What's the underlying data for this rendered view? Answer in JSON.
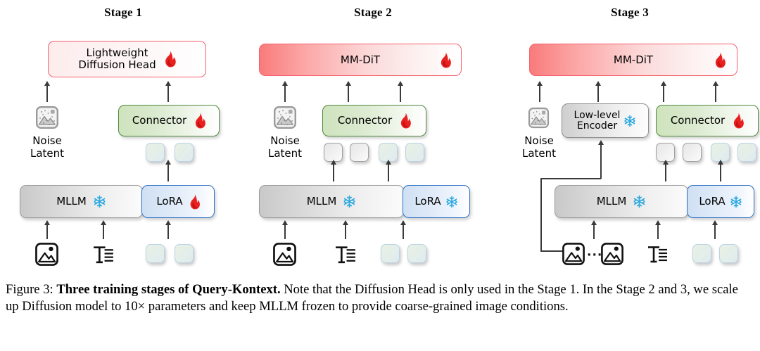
{
  "figure": {
    "caption_prefix": "Figure 3: ",
    "caption_bold": "Three training stages of Query-Kontext.",
    "caption_rest": " Note that the Diffusion Head is only used in the Stage 1. In the Stage 2 and 3, we scale up Diffusion model to 10× parameters and keep MLLM frozen to provide coarse-grained image conditions."
  },
  "colors": {
    "flame": "#e8201f",
    "snowflake": "#29a8e0",
    "pink_border": "#f4606c",
    "green_border": "#4f8a3d",
    "blue_border": "#2b6fc4",
    "gray_border": "#9a9a9a",
    "arrow": "#3a3a3a"
  },
  "stages": [
    {
      "title": "Stage 1",
      "top_module": {
        "label_line1": "Lightweight",
        "label_line2": "Diffusion Head",
        "state": "trainable",
        "state_icon": "flame-icon"
      },
      "noise": {
        "icon": "noise-latent-image-icon",
        "label_line1": "Noise",
        "label_line2": "Latent"
      },
      "connector": {
        "label": "Connector",
        "state": "trainable",
        "state_icon": "flame-icon"
      },
      "low_level_encoder": null,
      "mllm": {
        "label": "MLLM",
        "state": "frozen",
        "state_icon": "snowflake-icon"
      },
      "lora": {
        "label": "LoRA",
        "state": "trainable",
        "state_icon": "flame-icon"
      },
      "mid_tokens": [
        "green",
        "green"
      ],
      "bottom_tokens": [
        "green",
        "green"
      ],
      "bottom_inputs": [
        "image-icon",
        "text-icon"
      ],
      "image_count": 1
    },
    {
      "title": "Stage 2",
      "top_module": {
        "label_line1": "MM-DiT",
        "label_line2": "",
        "state": "trainable",
        "state_icon": "flame-icon"
      },
      "noise": {
        "icon": "noise-latent-image-icon",
        "label_line1": "Noise",
        "label_line2": "Latent"
      },
      "connector": {
        "label": "Connector",
        "state": "trainable",
        "state_icon": "flame-icon"
      },
      "low_level_encoder": null,
      "mllm": {
        "label": "MLLM",
        "state": "frozen",
        "state_icon": "snowflake-icon"
      },
      "lora": {
        "label": "LoRA",
        "state": "frozen",
        "state_icon": "snowflake-icon"
      },
      "mid_tokens": [
        "gray",
        "gray",
        "green",
        "green"
      ],
      "bottom_tokens": [
        "green",
        "green"
      ],
      "bottom_inputs": [
        "image-icon",
        "text-icon"
      ],
      "image_count": 1
    },
    {
      "title": "Stage 3",
      "top_module": {
        "label_line1": "MM-DiT",
        "label_line2": "",
        "state": "trainable",
        "state_icon": "flame-icon"
      },
      "noise": {
        "icon": "noise-latent-image-icon",
        "label_line1": "Noise",
        "label_line2": "Latent"
      },
      "connector": {
        "label": "Connector",
        "state": "trainable",
        "state_icon": "flame-icon"
      },
      "low_level_encoder": {
        "label_line1": "Low-level",
        "label_line2": "Encoder",
        "state": "frozen",
        "state_icon": "snowflake-icon"
      },
      "mllm": {
        "label": "MLLM",
        "state": "frozen",
        "state_icon": "snowflake-icon"
      },
      "lora": {
        "label": "LoRA",
        "state": "frozen",
        "state_icon": "snowflake-icon"
      },
      "mid_tokens": [
        "gray",
        "gray",
        "green",
        "green"
      ],
      "bottom_tokens": [
        "green",
        "green"
      ],
      "bottom_inputs": [
        "image-icon",
        "ellipsis",
        "image-icon",
        "text-icon"
      ],
      "ellipsis_text": "···",
      "image_count": 2
    }
  ]
}
